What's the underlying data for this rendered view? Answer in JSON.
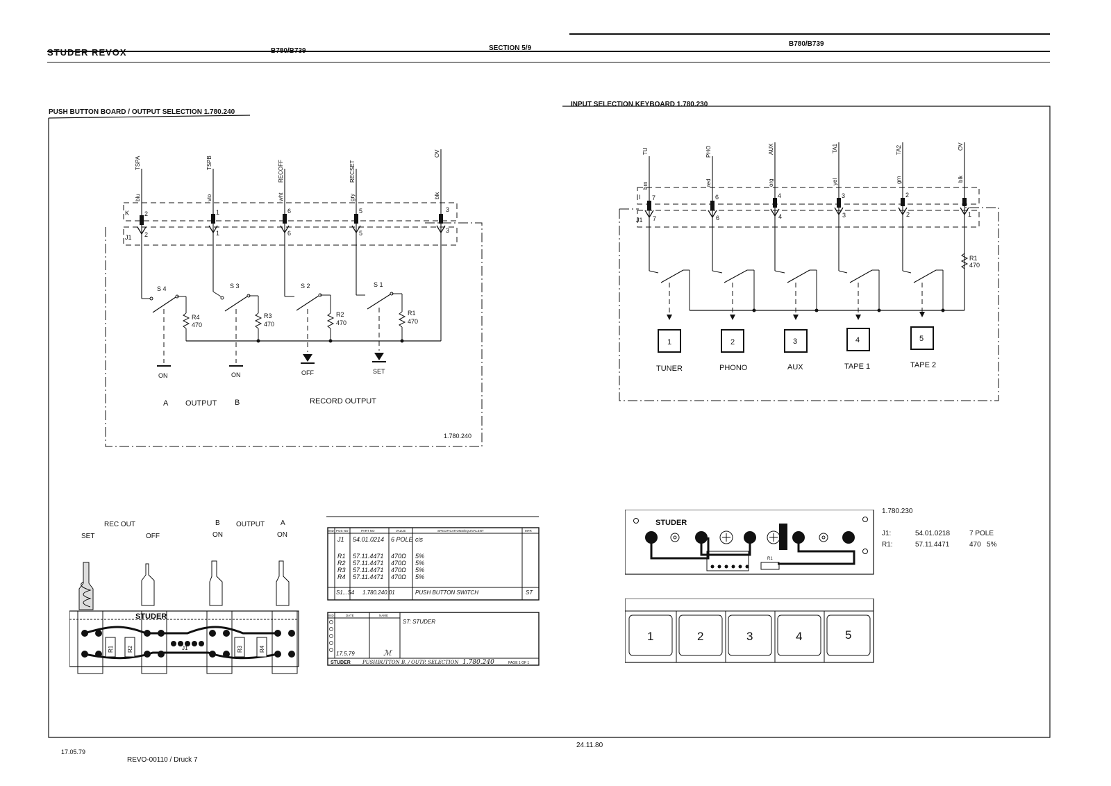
{
  "header": {
    "logo": "STUDER REVOX",
    "model_left": "B780/B739",
    "section": "SECTION 5/9",
    "model_right": "B780/B739"
  },
  "output_board": {
    "title": "PUSH BUTTON BOARD / OUTPUT SELECTION 1.780.240",
    "signals": [
      "TSPA",
      "TSPB",
      "RECOFF",
      "RECSET",
      "OV"
    ],
    "wire_colors": [
      "blu",
      "vio",
      "wht",
      "gry",
      "blk"
    ],
    "pin_numbers": [
      "2",
      "1",
      "6",
      "5",
      "3"
    ],
    "connector_k": "K",
    "connector_j1": "J1",
    "switches": [
      "S 4",
      "S 3",
      "S 2",
      "S 1"
    ],
    "resistors": [
      "R4",
      "R3",
      "R2",
      "R1"
    ],
    "resistor_value": "470",
    "ground_labels": [
      "ON",
      "ON",
      "OFF",
      "SET"
    ],
    "caption_a": "A",
    "caption_output": "OUTPUT",
    "caption_b": "B",
    "caption_record": "RECORD OUTPUT",
    "board_number": "1.780.240"
  },
  "input_board": {
    "title": "INPUT SELECTION KEYBOARD 1.780.230",
    "signals": [
      "TU",
      "PHO",
      "AUX",
      "TA1",
      "TA2",
      "OV"
    ],
    "wire_colors": [
      "brn",
      "red",
      "org",
      "yel",
      "grn",
      "blk"
    ],
    "pin_numbers": [
      "7",
      "6",
      "4",
      "3",
      "2",
      "1"
    ],
    "connector_top": "I",
    "connector_j1": "J1",
    "resistor": "R1",
    "resistor_value": "470",
    "keys": [
      "1",
      "2",
      "3",
      "4",
      "5"
    ],
    "key_labels": [
      "TUNER",
      "PHONO",
      "AUX",
      "TAPE 1",
      "TAPE 2"
    ]
  },
  "output_pcb": {
    "labels": {
      "rec_out": "REC OUT",
      "set": "SET",
      "off": "OFF",
      "b": "B",
      "output": "OUTPUT",
      "a": "A",
      "on_b": "ON",
      "on_a": "ON"
    },
    "silkscreen": [
      "STUDER",
      "R1",
      "R2",
      "J1",
      "R3",
      "R4"
    ]
  },
  "parts_table": {
    "headers": [
      "IND",
      "POS NO",
      "PART NO",
      "VALUE",
      "SPECIFICATIONS/EQUIVALENT",
      "MFR"
    ],
    "rows": [
      [
        "",
        "J1",
        "54.01.0214",
        "6 POLE",
        "cis",
        ""
      ],
      [
        "",
        "R1",
        "57.11.4471",
        "470Ω",
        "5%",
        ""
      ],
      [
        "",
        "R2",
        "57.11.4471",
        "470Ω",
        "5%",
        ""
      ],
      [
        "",
        "R3",
        "57.11.4471",
        "470Ω",
        "5%",
        ""
      ],
      [
        "",
        "R4",
        "57.11.4471",
        "470Ω",
        "5%",
        ""
      ],
      [
        "",
        "S1...S4",
        "1.780.240.01",
        "PUSH BUTTON SWITCH",
        "",
        "ST"
      ]
    ],
    "revision_headers": [
      "IND",
      "DATE",
      "NAME"
    ],
    "revision_note": "ST: STUDER",
    "revision_date": "17.5.79",
    "footer_company": "STUDER",
    "footer_title": "PUSHBUTTON B. / OUTP. SELECTION",
    "footer_number": "1.780.240",
    "footer_page": "PAGE 1 OF 1"
  },
  "input_pcb": {
    "board_number": "1.780.230",
    "silkscreen": [
      "STUDER",
      "R1"
    ],
    "parts": [
      {
        "ref": "J1:",
        "part": "54.01.0218",
        "value": "7 POLE"
      },
      {
        "ref": "R1:",
        "part": "57.11.4471",
        "value": "470   5%"
      }
    ],
    "keys": [
      "1",
      "2",
      "3",
      "4",
      "5"
    ]
  },
  "footer": {
    "date_left": "17.05.79",
    "doc_ref": "REVO-00110 / Druck 7",
    "date_center": "24.11.80"
  }
}
